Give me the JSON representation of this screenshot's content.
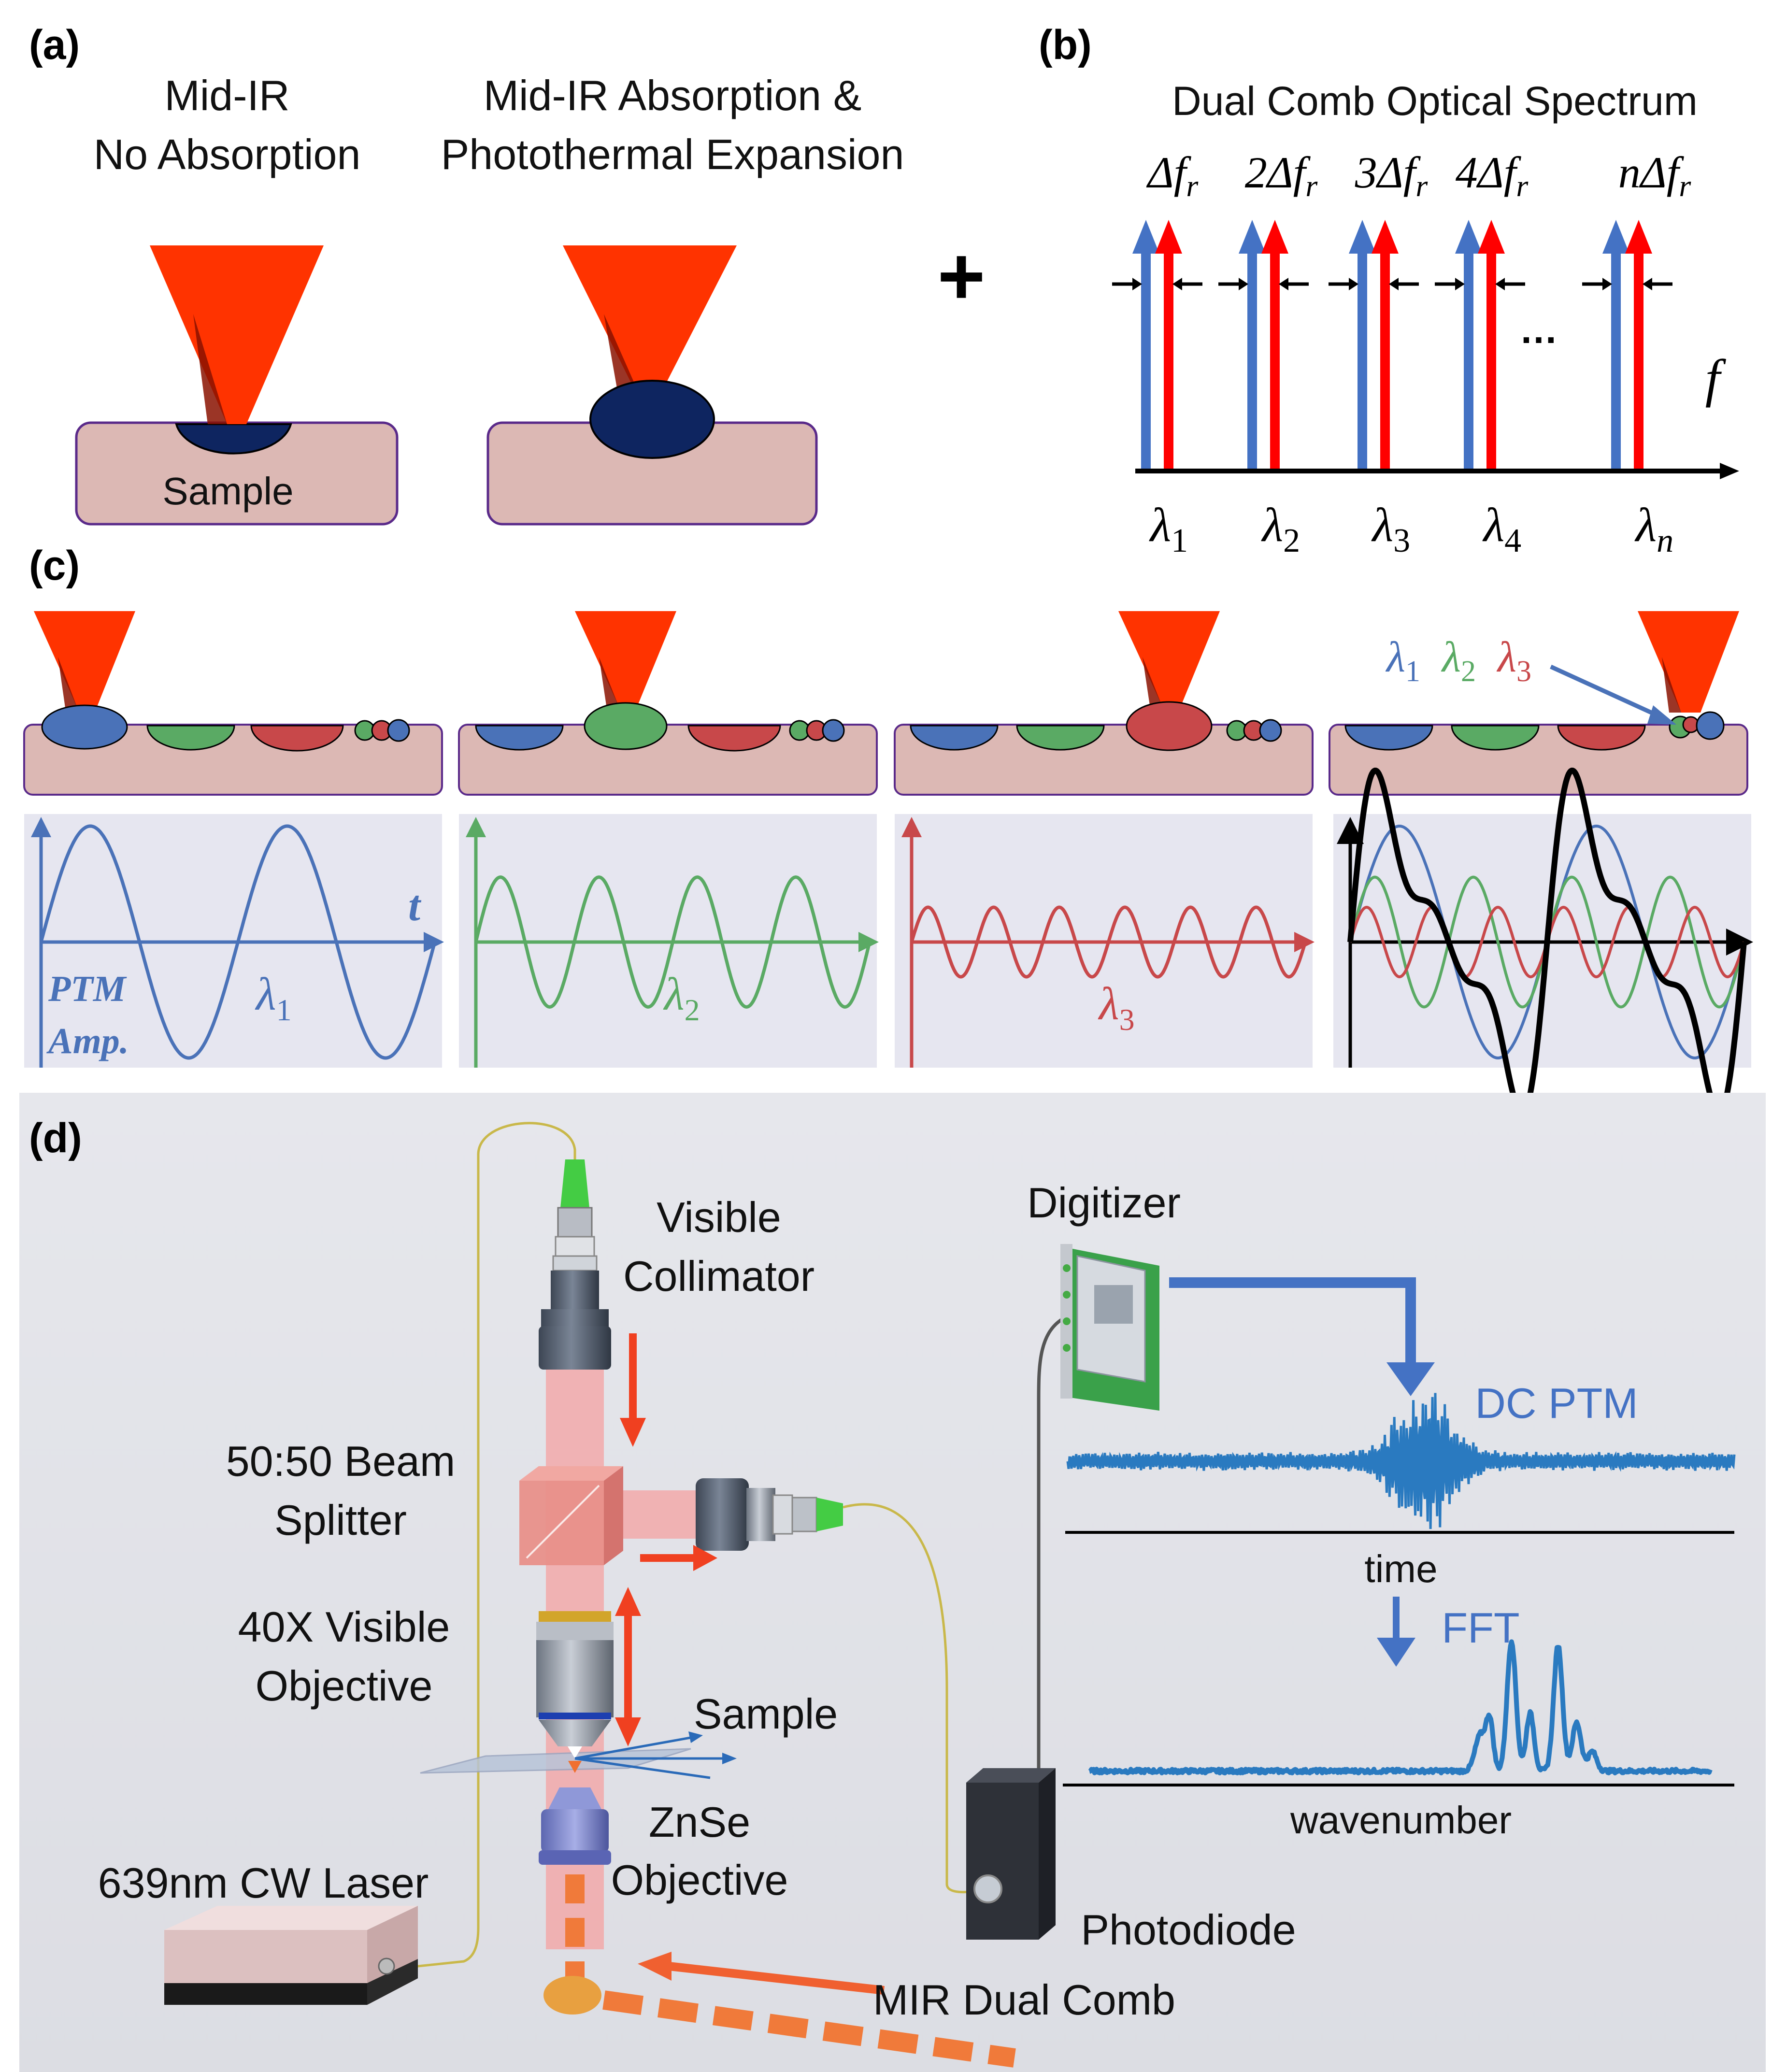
{
  "panel_a": {
    "label": "(a)",
    "left_title_1": "Mid-IR",
    "left_title_2": "No Absorption",
    "right_title_1": "Mid-IR Absorption &",
    "right_title_2": "Photothermal Expansion",
    "sample_label": "Sample",
    "plus": "+"
  },
  "panel_b": {
    "label": "(b)",
    "title": "Dual Comb Optical Spectrum",
    "spacing_labels": [
      {
        "coef": "",
        "sym": "Δf",
        "sub": "r"
      },
      {
        "coef": "2",
        "sym": "Δf",
        "sub": "r"
      },
      {
        "coef": "3",
        "sym": "Δf",
        "sub": "r"
      },
      {
        "coef": "4",
        "sym": "Δf",
        "sub": "r"
      },
      {
        "coef": "n",
        "sym": "Δf",
        "sub": "r"
      }
    ],
    "ellipsis": "…",
    "axis_label": "f",
    "wavelengths": [
      {
        "sym": "λ",
        "sub": "1"
      },
      {
        "sym": "λ",
        "sub": "2"
      },
      {
        "sym": "λ",
        "sub": "3"
      },
      {
        "sym": "λ",
        "sub": "4"
      },
      {
        "sym": "λ",
        "sub": "n"
      }
    ],
    "colors": {
      "blue": "#4472c4",
      "red": "#ff0000"
    }
  },
  "panel_c": {
    "label": "(c)",
    "legend": [
      {
        "sym": "λ",
        "sub": "1",
        "color": "#4a72b8"
      },
      {
        "sym": "λ",
        "sub": "2",
        "color": "#5aaa64"
      },
      {
        "sym": "λ",
        "sub": "3",
        "color": "#c8484a"
      }
    ],
    "axis_t": "t",
    "ptm_line1": "PTM",
    "ptm_line2": "Amp.",
    "wave_labels": [
      {
        "sym": "λ",
        "sub": "1"
      },
      {
        "sym": "λ",
        "sub": "2"
      },
      {
        "sym": "λ",
        "sub": "3"
      }
    ],
    "waves": [
      {
        "color": "#4a72b8",
        "cycles": 2.0,
        "amplitude": 1.0
      },
      {
        "color": "#5aaa64",
        "cycles": 4.0,
        "amplitude": 0.56
      },
      {
        "color": "#c8484a",
        "cycles": 6.0,
        "amplitude": 0.3
      }
    ],
    "sum_color": "#000000"
  },
  "panel_d": {
    "label": "(d)",
    "visible_collimator_1": "Visible",
    "visible_collimator_2": "Collimator",
    "beam_splitter_1": "50:50 Beam",
    "beam_splitter_2": "Splitter",
    "objective_1": "40X Visible",
    "objective_2": "Objective",
    "sample": "Sample",
    "znse_1": "ZnSe",
    "znse_2": "Objective",
    "laser": "639nm CW Laser",
    "mir": "MIR Dual Comb",
    "digitizer": "Digitizer",
    "dc_ptm": "DC PTM",
    "time": "time",
    "fft": "FFT",
    "wavenumber": "wavenumber",
    "photodiode": "Photodiode",
    "accent_blue": "#4472c4",
    "accent_orange": "#f05020"
  }
}
